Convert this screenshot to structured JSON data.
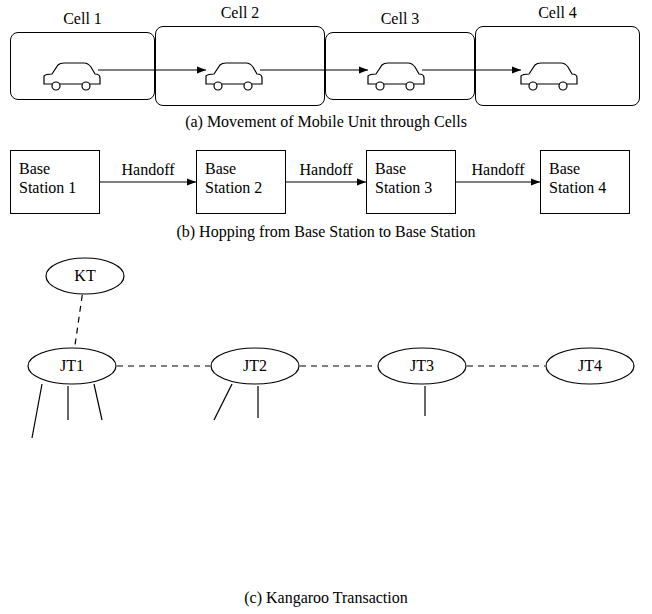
{
  "diagram": {
    "nodes": [
      {
        "text": [
          "Cell 1"
        ]
      },
      {
        "text": [
          "Cell 2"
        ]
      },
      {
        "text": [
          "Cell 3"
        ]
      },
      {
        "text": [
          "Cell 4"
        ]
      },
      {
        "text": [
          "Base Station 1"
        ]
      },
      {
        "text": [
          "Base Station 2"
        ]
      },
      {
        "text": [
          "Base Station 3"
        ]
      },
      {
        "text": [
          "Base Station 4"
        ]
      },
      {
        "text": [
          "KT"
        ]
      },
      {
        "text": [
          "JT1"
        ]
      },
      {
        "text": [
          "JT2"
        ]
      },
      {
        "text": [
          "JT3"
        ]
      },
      {
        "text": [
          "JT4"
        ]
      }
    ],
    "edges": [
      {
        "from": 0,
        "to": 1,
        "arrow": "to"
      },
      {
        "from": 1,
        "to": 2,
        "arrow": "to"
      },
      {
        "from": 2,
        "to": 3,
        "arrow": "to"
      },
      {
        "from": 4,
        "to": 5,
        "label": "Handoff",
        "arrow": "to"
      },
      {
        "from": 5,
        "to": 6,
        "label": "Handoff",
        "arrow": "to"
      },
      {
        "from": 6,
        "to": 7,
        "label": "Handoff",
        "arrow": "to"
      },
      {
        "from": 8,
        "to": 9,
        "arrow": "none"
      },
      {
        "from": 9,
        "to": 10,
        "arrow": "none"
      },
      {
        "from": 10,
        "to": 11,
        "arrow": "none"
      },
      {
        "from": 11,
        "to": 12,
        "arrow": "none"
      }
    ],
    "labels": [
      "(a) Movement of Mobile Unit through Cells",
      "(b) Hopping from Base Station to Base Station",
      "(c) Kangaroo Transaction"
    ]
  }
}
